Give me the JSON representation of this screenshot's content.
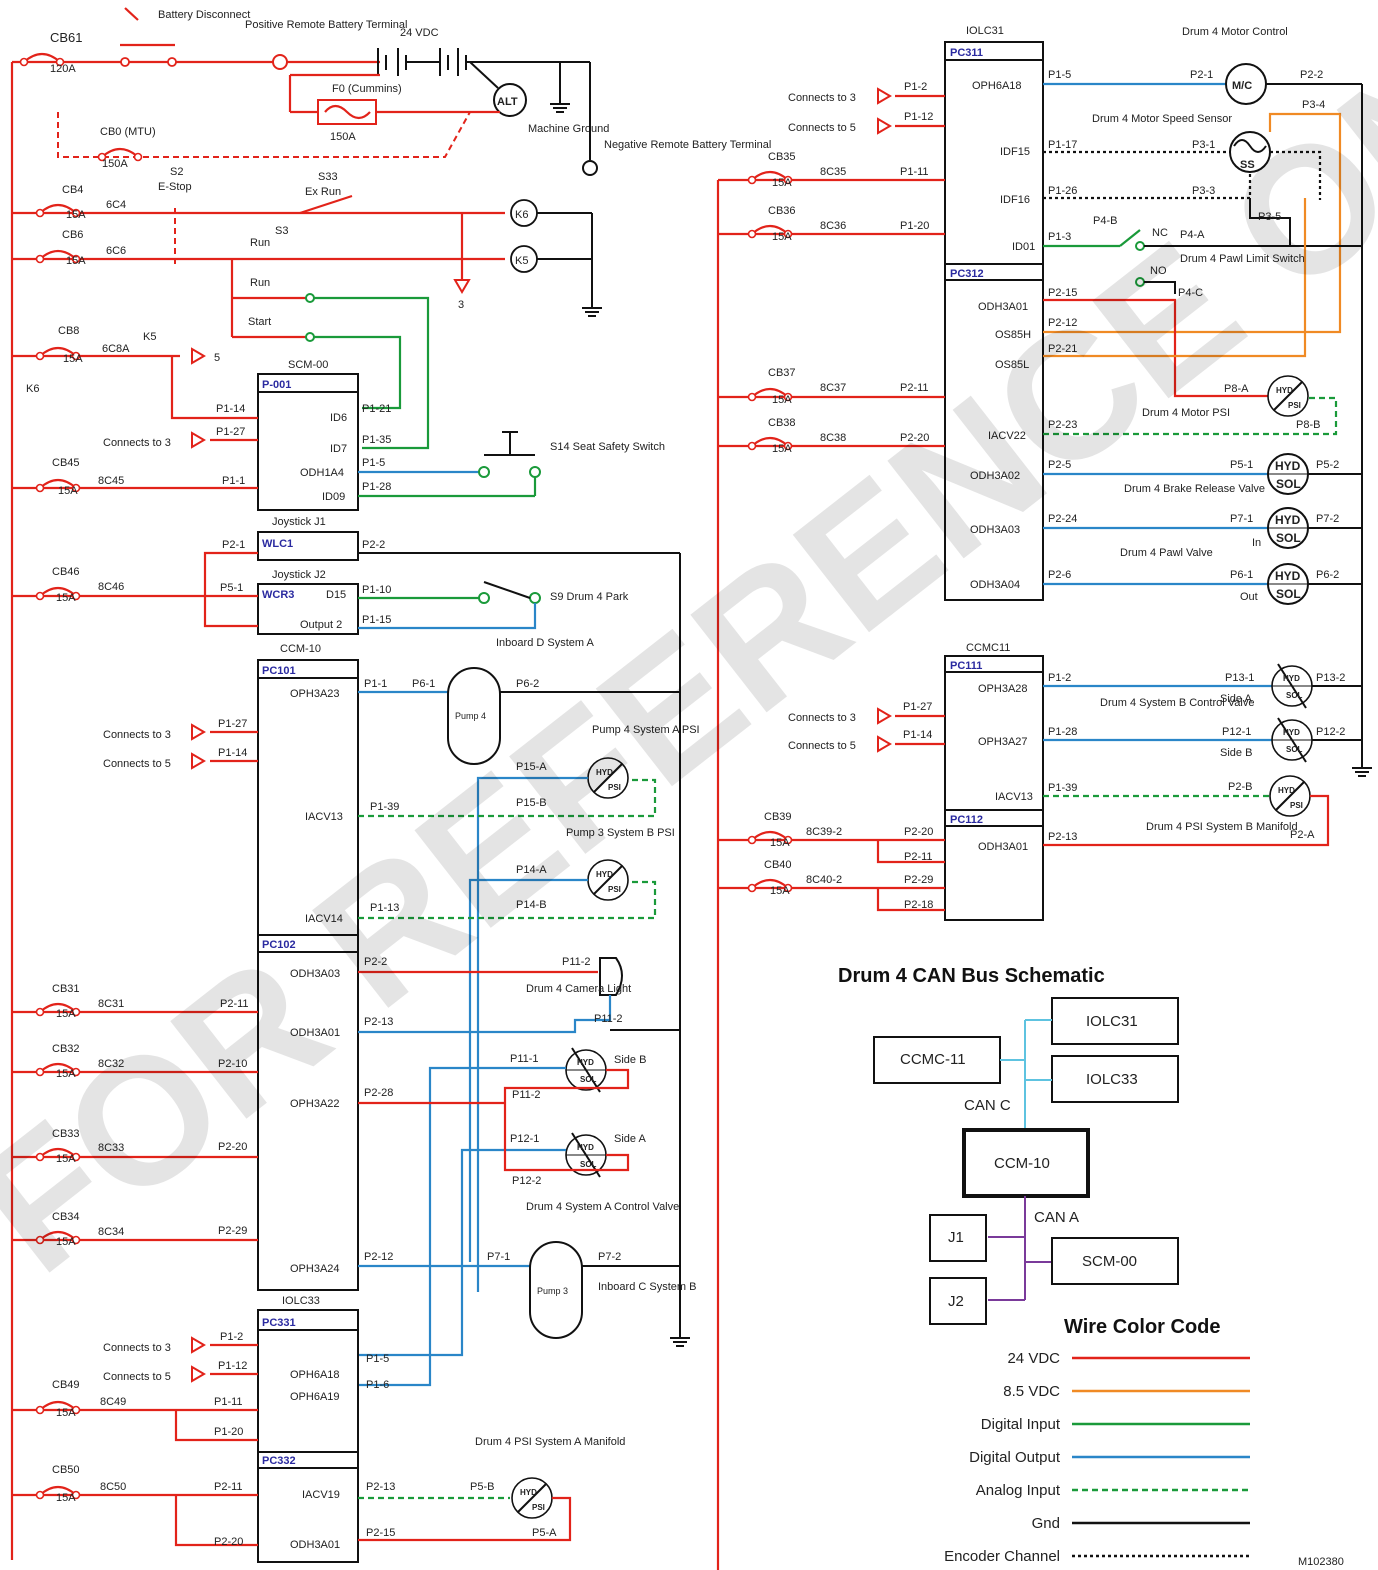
{
  "title": "Drum 4 CAN Bus Schematic",
  "figure_id": "M102380",
  "watermark": "FOR REFERENCE ONLY",
  "power": {
    "cb61": "CB61",
    "cb61_amp": "120A",
    "battery_disconnect": "Battery Disconnect",
    "pos_terminal": "Positive Remote Battery Terminal",
    "vdc": "24 VDC",
    "fuse": "F0 (Cummins)",
    "fuse_amp": "150A",
    "alt": "ALT",
    "machine_ground": "Machine Ground",
    "neg_terminal": "Negative Remote Battery Terminal",
    "cb60": "CB0 (MTU)",
    "cb60_amp": "150A"
  },
  "left_controls": {
    "cb4": "CB4",
    "cb4_amp": "15A",
    "w6c4": "6C4",
    "s2": "S2",
    "estop": "E-Stop",
    "s33": "S33",
    "exrun": "Ex Run",
    "k6": "K6",
    "k5": "K5",
    "cb6": "CB6",
    "cb6_amp": "15A",
    "w6c6": "6C6",
    "s3": "S3",
    "run1": "Run",
    "run2": "Run",
    "start": "Start",
    "three": "3",
    "cb8": "CB8",
    "cb8_amp": "15A",
    "w6c8a": "6C8A",
    "k5b": "K5",
    "five": "5",
    "k6side": "K6"
  },
  "scm": {
    "name": "SCM-00",
    "conn": "P-001",
    "id6": "ID6",
    "id7": "ID7",
    "odh1a4": "ODH1A4",
    "id09": "ID09",
    "p114": "P1-14",
    "p127": "P1-27",
    "p11": "P1-1",
    "p121": "P1-21",
    "p135": "P1-35",
    "p15": "P1-5",
    "p128": "P1-28",
    "connects3": "Connects to 3",
    "cb45": "CB45",
    "cb45_amp": "15A",
    "w8c45": "8C45",
    "s14": "S14 Seat Safety Switch"
  },
  "joysticks": {
    "j1": "Joystick J1",
    "wlc1": "WLC1",
    "j1p21": "P2-1",
    "j1p22": "P2-2",
    "j2": "Joystick J2",
    "wcr3": "WCR3",
    "d15": "D15",
    "output2": "Output 2",
    "p51": "P5-1",
    "p110": "P1-10",
    "p115": "P1-15",
    "cb46": "CB46",
    "cb46_amp": "15A",
    "w8c46": "8C46",
    "s9": "S9 Drum 4 Park"
  },
  "ccm": {
    "name": "CCM-10",
    "pc101": "PC101",
    "oph3a23": "OPH3A23",
    "iacv13": "IACV13",
    "iacv14": "IACV14",
    "pc102": "PC102",
    "odh3a03": "ODH3A03",
    "odh3a01": "ODH3A01",
    "oph3a22": "OPH3A22",
    "oph3a24": "OPH3A24",
    "p11": "P1-1",
    "p127": "P1-27",
    "p114": "P1-14",
    "p139": "P1-39",
    "p113": "P1-13",
    "p22": "P2-2",
    "p213": "P2-13",
    "p228": "P2-28",
    "p212": "P2-12",
    "p211": "P2-11",
    "p210": "P2-10",
    "p220": "P2-20",
    "p229": "P2-29",
    "connects3": "Connects to 3",
    "connects5": "Connects to 5",
    "cb31": "CB31",
    "w8c31": "8C31",
    "cb32": "CB32",
    "w8c32": "8C32",
    "cb33": "CB33",
    "w8c33": "8C33",
    "cb34": "CB34",
    "w8c34": "8C34",
    "amp": "15A"
  },
  "ccm_devices": {
    "pump4": "Pump 4",
    "inboard_d": "Inboard D System A",
    "p61": "P6-1",
    "p62": "P6-2",
    "pump4psi": "Pump 4 System A PSI",
    "p15a": "P15-A",
    "p15b": "P15-B",
    "pump3psi": "Pump 3 System B PSI",
    "p14a": "P14-A",
    "p14b": "P14-B",
    "camera": "Drum 4 Camera Light",
    "p112a": "P11-2",
    "p112b": "P11-2",
    "p111": "P11-1",
    "p112c": "P11-2",
    "sideb": "Side B",
    "p121": "P12-1",
    "p122": "P12-2",
    "sidea": "Side A",
    "sysavalve": "Drum 4 System A Control Valve",
    "p71": "P7-1",
    "p72": "P7-2",
    "pump3": "Pump 3",
    "inboard_c": "Inboard C System B",
    "hyd": "HYD",
    "psi": "PSI",
    "sol": "SOL"
  },
  "iolc33": {
    "name": "IOLC33",
    "pc331": "PC331",
    "oph6a18": "OPH6A18",
    "oph6a19": "OPH6A19",
    "pc332": "PC332",
    "iacv19": "IACV19",
    "odh3a01": "ODH3A01",
    "p12": "P1-2",
    "p112": "P1-12",
    "p111": "P1-11",
    "p120": "P1-20",
    "p15": "P1-5",
    "p16": "P1-6",
    "p211": "P2-11",
    "p220": "P2-20",
    "p213": "P2-13",
    "p215": "P2-15",
    "connects3": "Connects to 3",
    "connects5": "Connects to 5",
    "cb49": "CB49",
    "w8c49": "8C49",
    "cb50": "CB50",
    "w8c50": "8C50",
    "amp": "15A",
    "manifold": "Drum 4 PSI System A Manifold",
    "p5b": "P5-B",
    "p5a": "P5-A"
  },
  "iolc31": {
    "name": "IOLC31",
    "pc311": "PC311",
    "oph6a18": "OPH6A18",
    "idf15": "IDF15",
    "idf16": "IDF16",
    "id01": "ID01",
    "pc312": "PC312",
    "odh3a01": "ODH3A01",
    "os85h": "OS85H",
    "os85l": "OS85L",
    "iacv22": "IACV22",
    "odh3a02": "ODH3A02",
    "odh3a03": "ODH3A03",
    "odh3a04": "ODH3A04",
    "p15": "P1-5",
    "p117": "P1-17",
    "p126": "P1-26",
    "p13": "P1-3",
    "p12": "P1-2",
    "p112": "P1-12",
    "p111": "P1-11",
    "p120": "P1-20",
    "p215": "P2-15",
    "p212": "P2-12",
    "p221": "P2-21",
    "p211": "P2-11",
    "p220": "P2-20",
    "p223": "P2-23",
    "p25": "P2-5",
    "p224": "P2-24",
    "p26": "P2-6",
    "connects3": "Connects to 3",
    "connects5": "Connects to 5",
    "cb35": "CB35",
    "w8c35": "8C35",
    "cb36": "CB36",
    "w8c36": "8C36",
    "cb37": "CB37",
    "w8c37": "8C37",
    "cb38": "CB38",
    "w8c38": "8C38",
    "amp": "15A"
  },
  "iolc31_devices": {
    "motor_control": "Drum 4 Motor Control",
    "mc": "M/C",
    "p21": "P2-1",
    "p22": "P2-2",
    "p34": "P3-4",
    "speed_sensor": "Drum 4 Motor Speed Sensor",
    "ss": "SS",
    "p31": "P3-1",
    "p33": "P3-3",
    "p35": "P3-5",
    "p4b": "P4-B",
    "nc": "NC",
    "p4a": "P4-A",
    "no": "NO",
    "p4c": "P4-C",
    "pawl_switch": "Drum 4 Pawl Limit Switch",
    "p8a": "P8-A",
    "p8b": "P8-B",
    "motor_psi": "Drum 4 Motor PSI",
    "p51": "P5-1",
    "p52": "P5-2",
    "brake": "Drum 4 Brake Release Valve",
    "p71": "P7-1",
    "p72": "P7-2",
    "in": "In",
    "pawl_valve": "Drum 4 Pawl Valve",
    "p61": "P6-1",
    "p62": "P6-2",
    "out": "Out"
  },
  "ccmc": {
    "name": "CCMC11",
    "pc111": "PC111",
    "oph3a28": "OPH3A28",
    "oph3a27": "OPH3A27",
    "iacv13": "IACV13",
    "pc112": "PC112",
    "odh3a01": "ODH3A01",
    "p12": "P1-2",
    "p127": "P1-27",
    "p114": "P1-14",
    "p128": "P1-28",
    "p139": "P1-39",
    "p220": "P2-20",
    "p211": "P2-11",
    "p229": "P2-29",
    "p218": "P2-18",
    "p213": "P2-13",
    "connects3": "Connects to 3",
    "connects5": "Connects to 5",
    "cb39": "CB39",
    "w8c392": "8C39-2",
    "cb40": "CB40",
    "w8c402": "8C40-2",
    "amp": "15A",
    "p131": "P13-1",
    "p132": "P13-2",
    "sidea": "Side A",
    "valve": "Drum 4 System B Control Valve",
    "p121": "P12-1",
    "p122": "P12-2",
    "sideb": "Side B",
    "p2b": "P2-B",
    "p2a": "P2-A",
    "manifold": "Drum 4 PSI System B Manifold"
  },
  "can_bus": {
    "ccmc": "CCMC-11",
    "iolc31": "IOLC31",
    "iolc33": "IOLC33",
    "canc": "CAN C",
    "ccm": "CCM-10",
    "cana": "CAN A",
    "j1": "J1",
    "j2": "J2",
    "scm": "SCM-00"
  },
  "legend": {
    "title": "Wire Color Code",
    "items": [
      {
        "label": "24 VDC",
        "color": "#e2231a",
        "style": "solid"
      },
      {
        "label": "8.5 VDC",
        "color": "#f08a24",
        "style": "solid"
      },
      {
        "label": "Digital Input",
        "color": "#1a9a3a",
        "style": "solid"
      },
      {
        "label": "Digital Output",
        "color": "#2a86c8",
        "style": "solid"
      },
      {
        "label": "Analog Input",
        "color": "#1a9a3a",
        "style": "dashed"
      },
      {
        "label": "Gnd",
        "color": "#111111",
        "style": "solid"
      },
      {
        "label": "Encoder Channel",
        "color": "#111111",
        "style": "dotted"
      }
    ]
  }
}
